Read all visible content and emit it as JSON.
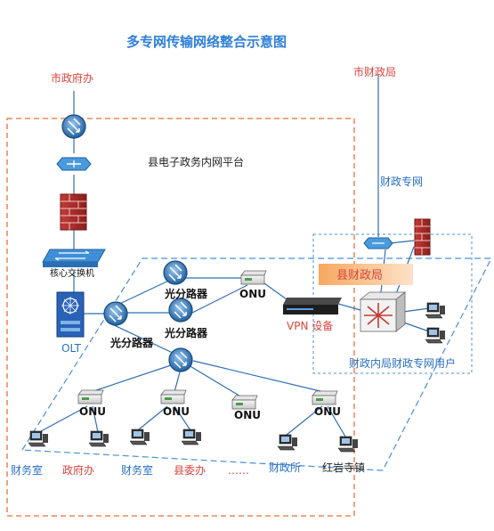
{
  "title": "多专网传输网络整合示意图",
  "sources": {
    "city_gov": "市政府办",
    "city_finance": "市财政局",
    "finance_net": "财政专网"
  },
  "platform": {
    "label": "县电子政务内网平台"
  },
  "devices": {
    "core_switch": "核心交换机",
    "olt": "OLT",
    "splitter_main": "光分路器",
    "splitter_a": "光分路器",
    "splitter_b": "光分路器",
    "onu": "ONU",
    "vpn": "VPN 设备",
    "county_finance": "县财政局",
    "finance_users": "财政内局财政专网用户"
  },
  "endpoints": [
    "财务室",
    "政府办",
    "财务室",
    "县委办",
    "……",
    "财政所",
    "红岩寺镇"
  ],
  "colors": {
    "title": "#2f7fd8",
    "red_text": "#d9433b",
    "blue_text": "#2a6fc4",
    "platform_border": "#e8703a",
    "lan_border": "#4a8fd4",
    "finance_box_fill": "#f5b77a"
  }
}
